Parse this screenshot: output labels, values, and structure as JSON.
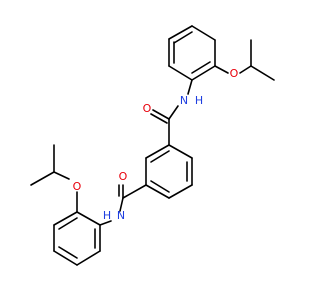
{
  "atoms": {
    "o_carbonyl_top": {
      "symbol": "O",
      "color": "#e8000b"
    },
    "o_carbonyl_bottom": {
      "symbol": "O",
      "color": "#e8000b"
    },
    "o_ether_top": {
      "symbol": "O",
      "color": "#e8000b"
    },
    "o_ether_bottom": {
      "symbol": "O",
      "color": "#e8000b"
    },
    "n_amide_top": {
      "symbol": "N",
      "color": "#1f3fe0",
      "h": "H"
    },
    "n_amide_bottom": {
      "symbol": "N",
      "color": "#1f3fe0",
      "h": "H"
    }
  }
}
